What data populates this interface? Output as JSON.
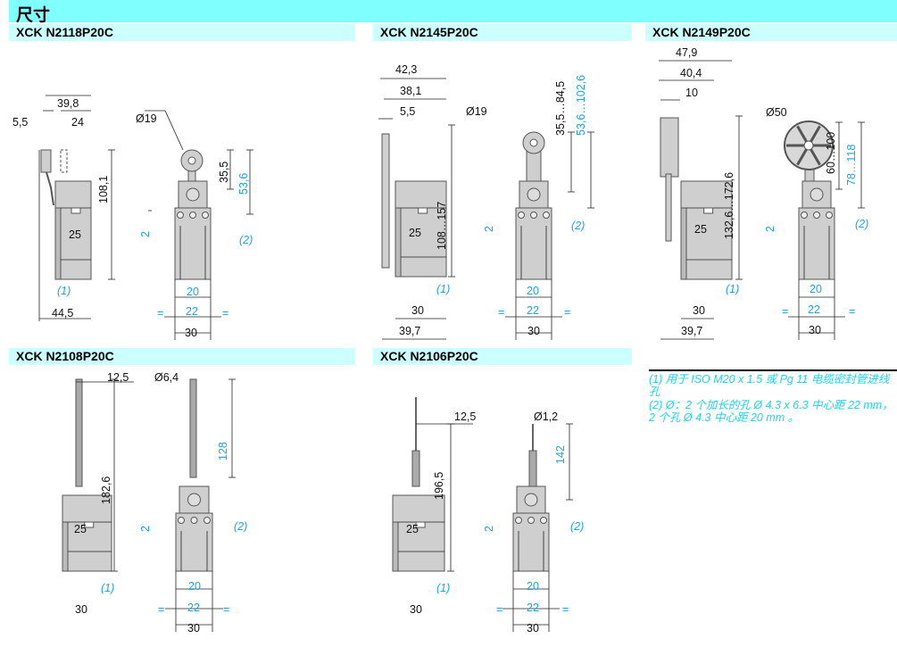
{
  "page_title": "尺寸",
  "panels": [
    {
      "model": "XCK N2118P20C",
      "side": {
        "d1": "5,5",
        "d2": "39,8",
        "d3": "24",
        "height": "108,1",
        "width25": "25",
        "note1": "(1)",
        "total": "44,5"
      },
      "front": {
        "dia": "Ø19",
        "h1": "35,5",
        "h2": "53,6",
        "gap": "2",
        "note2": "(2)",
        "w20": "20",
        "w22": "22",
        "eq": "=",
        "w30": "30"
      }
    },
    {
      "model": "XCK N2145P20C",
      "side": {
        "d1": "42,3",
        "d2": "38,1",
        "d3": "5,5",
        "height": "108…157",
        "width25": "25",
        "note1": "(1)",
        "w30": "30",
        "total": "39,7"
      },
      "front": {
        "dia": "Ø19",
        "h1": "35,5…84,5",
        "h2": "53,6…102,6",
        "gap": "2",
        "note2": "(2)",
        "w20": "20",
        "w22": "22",
        "eq": "=",
        "w30": "30"
      }
    },
    {
      "model": "XCK N2149P20C",
      "side": {
        "d1": "47,9",
        "d2": "40,4",
        "d3": "10",
        "height": "132,6…172,6",
        "width25": "25",
        "note1": "(1)",
        "w30": "30",
        "total": "39,7"
      },
      "front": {
        "dia": "Ø50",
        "h1": "60…100",
        "h2": "78…118",
        "gap": "2",
        "note2": "(2)",
        "w20": "20",
        "w22": "22",
        "eq": "=",
        "w30": "30"
      }
    },
    {
      "model": "XCK N2108P20C",
      "side": {
        "d1": "12,5",
        "height": "182,6",
        "width25": "25",
        "note1": "(1)",
        "w30": "30"
      },
      "front": {
        "dia": "Ø6,4",
        "h1": "128",
        "gap": "2",
        "note2": "(2)",
        "w20": "20",
        "w22": "22",
        "eq": "=",
        "w30": "30"
      }
    },
    {
      "model": "XCK N2106P20C",
      "side": {
        "d1": "12,5",
        "height": "196,5",
        "width25": "25",
        "note1": "(1)",
        "w30": "30"
      },
      "front": {
        "dia": "Ø1,2",
        "h1": "142",
        "gap": "2",
        "note2": "(2)",
        "w20": "20",
        "w22": "22",
        "eq": "=",
        "w30": "30"
      }
    }
  ],
  "notes": [
    "(1) 用于 ISO M20 x 1.5 或 Pg 11 电缆密封管进线孔",
    "(2) Ø：2 个加长的孔 Ø 4.3 x 6.3 中心距 22 mm， 2 个孔 Ø 4.3 中心距 20 mm 。"
  ],
  "colors": {
    "header": "#80ffff",
    "subheader": "#ccffff",
    "dimension_blue": "#1aa3e6",
    "note_cyan": "#1ad4f0",
    "body_gray": "#cfcfcf"
  }
}
